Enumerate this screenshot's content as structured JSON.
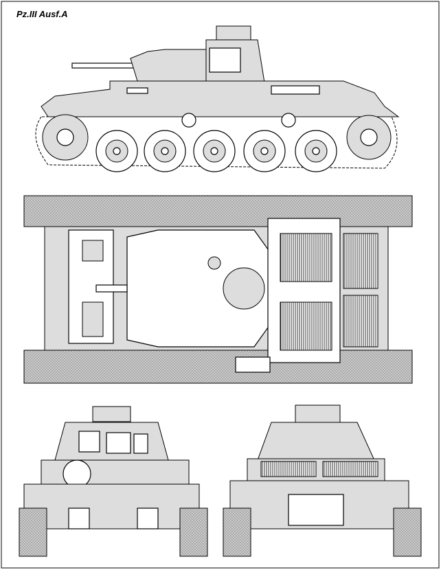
{
  "title": "Pz.III Ausf.A",
  "views": [
    "side",
    "top",
    "front",
    "rear"
  ],
  "colors": {
    "line": "#000000",
    "fill": "#dddddd",
    "background": "#ffffff"
  }
}
